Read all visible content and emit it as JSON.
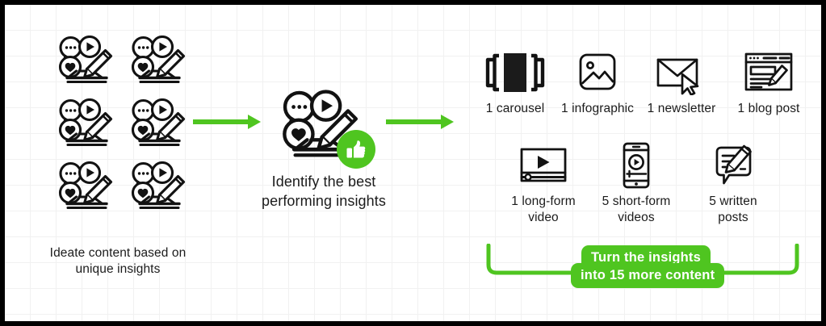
{
  "diagram": {
    "title": "Content repurposing workflow",
    "accent_color": "#4fc520",
    "ink_color": "#121212",
    "grid_color": "#f1f1f1",
    "border_color": "#000000"
  },
  "stage_ideate": {
    "caption": "Ideate content based on\nunique insights",
    "icon_name": "content-ideation-icon",
    "icon_count": 6,
    "icons": [
      {
        "name": "content-ideation-icon"
      },
      {
        "name": "content-ideation-icon"
      },
      {
        "name": "content-ideation-icon"
      },
      {
        "name": "content-ideation-icon"
      },
      {
        "name": "content-ideation-icon"
      },
      {
        "name": "content-ideation-icon"
      }
    ]
  },
  "arrow_1": {
    "name": "green-arrow-icon"
  },
  "stage_identify": {
    "caption": "Identify the best\nperforming insights",
    "icon_name": "content-ideation-icon",
    "badge_icon": "thumbs-up-icon"
  },
  "arrow_2": {
    "name": "green-arrow-icon"
  },
  "stage_outputs": {
    "row_1": [
      {
        "label": "1 carousel",
        "icon": "carousel-icon"
      },
      {
        "label": "1 infographic",
        "icon": "infographic-icon"
      },
      {
        "label": "1 newsletter",
        "icon": "newsletter-icon"
      },
      {
        "label": "1 blog post",
        "icon": "blog-post-icon"
      }
    ],
    "row_2": [
      {
        "label": "1 long-form\nvideo",
        "icon": "long-form-video-icon"
      },
      {
        "label": "5 short-form\nvideos",
        "icon": "short-form-video-icon"
      },
      {
        "label": "5 written\nposts",
        "icon": "written-post-icon"
      }
    ]
  },
  "summary": {
    "line_1": "Turn the insights",
    "line_2": "into 15 more content",
    "bracket_name": "green-bracket"
  }
}
